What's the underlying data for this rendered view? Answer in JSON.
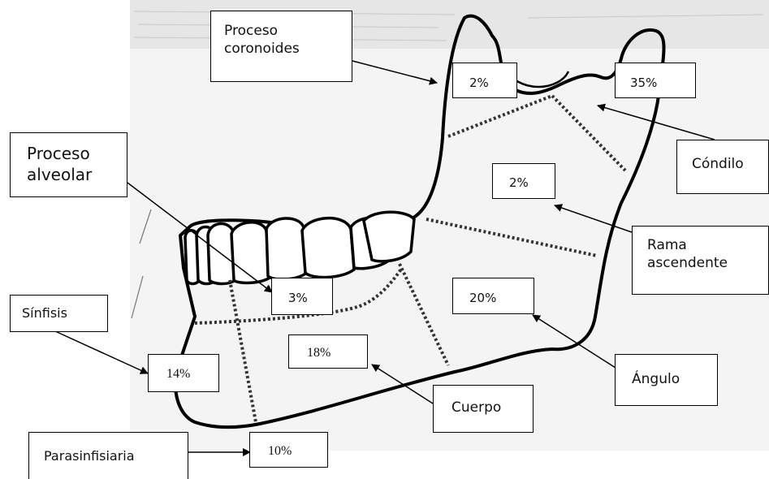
{
  "labels": {
    "proceso_coronoides": [
      "Proceso",
      "coronoides"
    ],
    "proceso_alveolar": [
      "Proceso",
      "alveolar"
    ],
    "condilo": "Cóndilo",
    "rama_ascendente": [
      "Rama",
      "ascendente"
    ],
    "sinfisis": "Sínfisis",
    "angulo": "Ángulo",
    "cuerpo": "Cuerpo",
    "parasinfisiaria": "Parasinfisiaria"
  },
  "percentages": {
    "coronoides": "2%",
    "condilo": "35%",
    "rama": "2%",
    "alveolar": "3%",
    "angulo": "20%",
    "cuerpo": "18%",
    "sinfisis": "14%",
    "parasinfisiaria": "10%"
  }
}
